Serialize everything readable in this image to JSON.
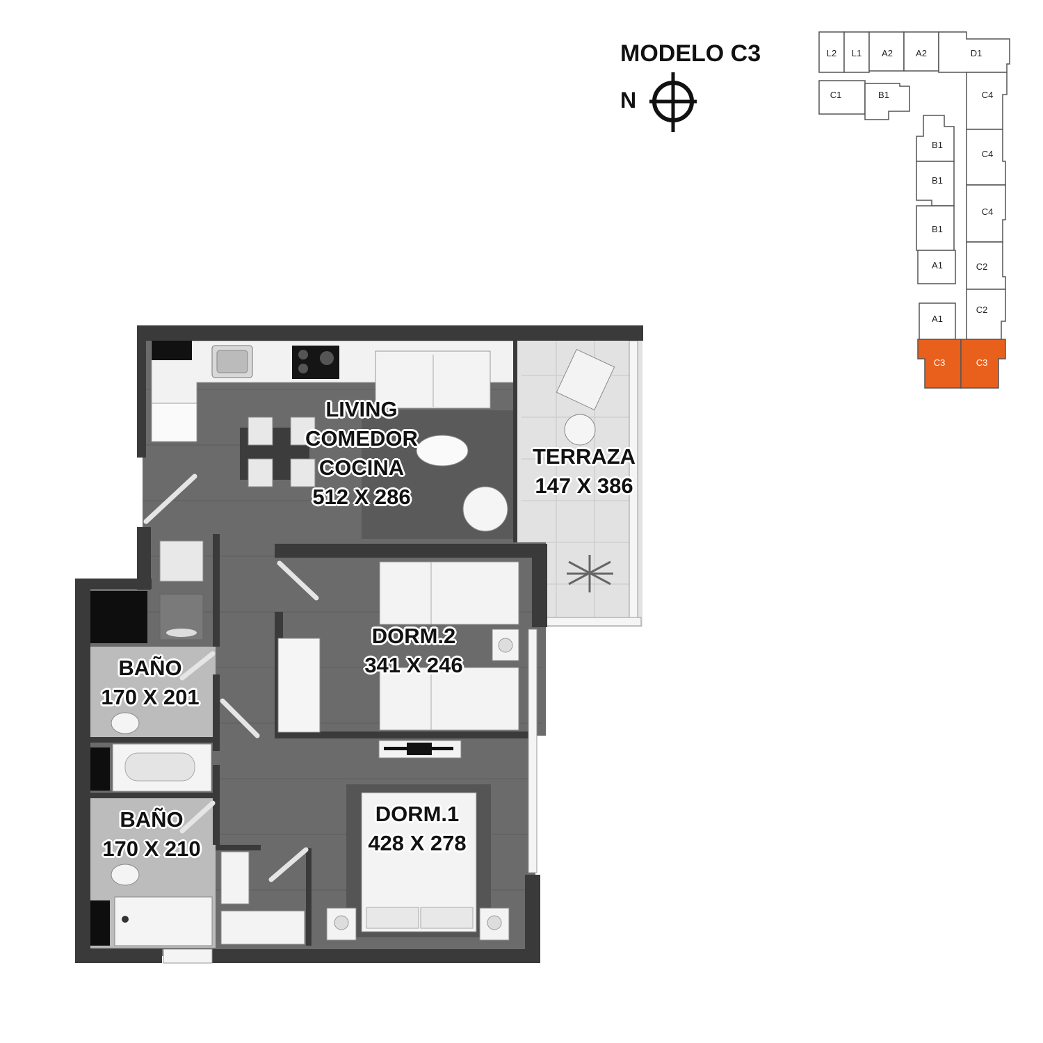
{
  "header": {
    "title": "MODELO C3",
    "north": "N"
  },
  "icons": {
    "compass": "north-compass-icon"
  },
  "colors": {
    "highlight": "#e8601c",
    "wall": "#3a3a3a",
    "floor": "#6b6b6b"
  },
  "rooms": {
    "living": {
      "line1": "LIVING",
      "line2": "COMEDOR",
      "line3": "COCINA",
      "dims": "512 X 286"
    },
    "terraza": {
      "name": "TERRAZA",
      "dims": "147 X 386"
    },
    "dorm2": {
      "name": "DORM.2",
      "dims": "341 X 246"
    },
    "bano1": {
      "name": "BAÑO",
      "dims": "170 X 201"
    },
    "bano2": {
      "name": "BAÑO",
      "dims": "170 X 210"
    },
    "dorm1": {
      "name": "DORM.1",
      "dims": "428 X 278"
    }
  },
  "keyplan": {
    "units": {
      "l2": "L2",
      "l1": "L1",
      "a2a": "A2",
      "a2b": "A2",
      "d1": "D1",
      "c1": "C1",
      "b1a": "B1",
      "c4a": "C4",
      "b1b": "B1",
      "c4b": "C4",
      "b1c": "B1",
      "c4c": "C4",
      "b1d": "B1",
      "a1a": "A1",
      "c2a": "C2",
      "a1b": "A1",
      "c2b": "C2",
      "c3a": "C3",
      "c3b": "C3"
    }
  }
}
